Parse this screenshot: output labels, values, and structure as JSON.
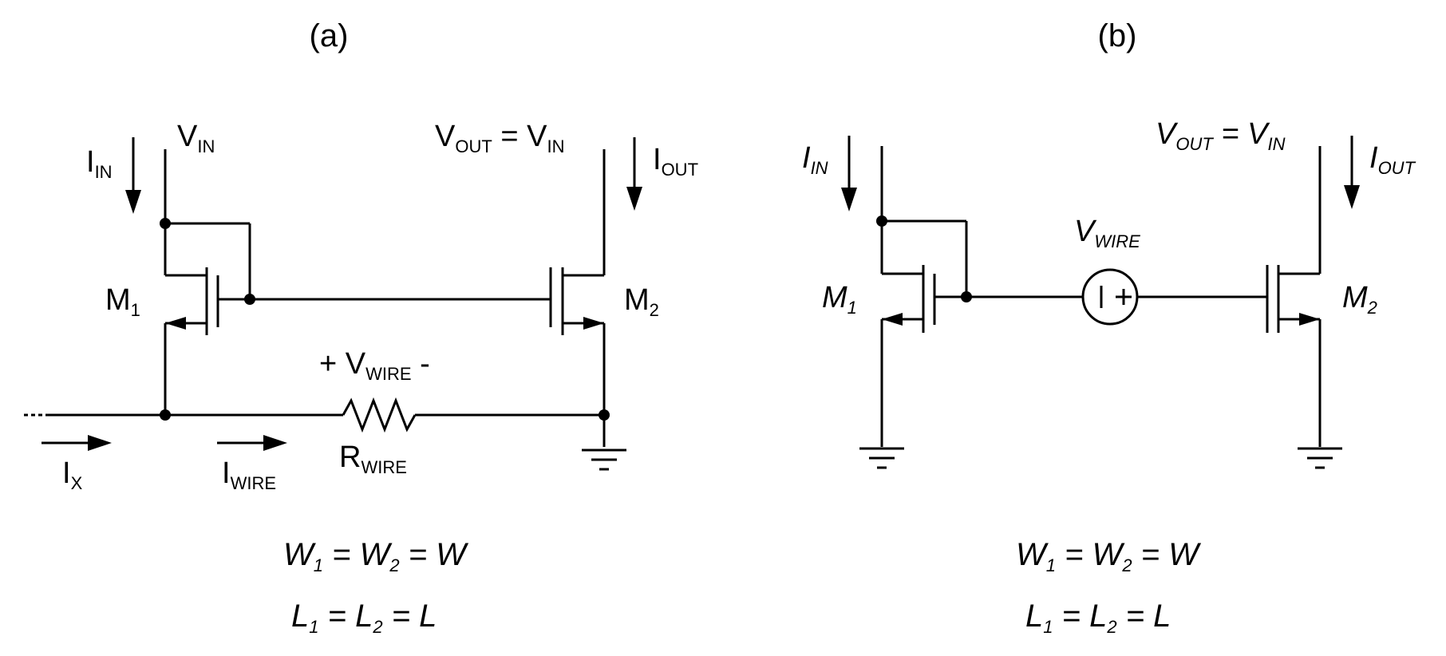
{
  "panel_a": {
    "title": "(a)",
    "vin": {
      "main": "V",
      "sub": "IN"
    },
    "vout": {
      "main": "V",
      "sub": "OUT",
      "eq": " = V",
      "sub2": "IN"
    },
    "iin": {
      "main": "I",
      "sub": "IN"
    },
    "iout": {
      "main": "I",
      "sub": "OUT"
    },
    "m1": {
      "main": "M",
      "sub": "1"
    },
    "m2": {
      "main": "M",
      "sub": "2"
    },
    "vwire": {
      "prefix": "+ V",
      "sub": "WIRE",
      "suffix": " -"
    },
    "rwire": {
      "main": "R",
      "sub": "WIRE"
    },
    "ix": {
      "main": "I",
      "sub": "X"
    },
    "iwire": {
      "main": "I",
      "sub": "WIRE"
    },
    "eq_w": {
      "w1": "W",
      "s1": "1",
      "w2": " = W",
      "s2": "2",
      "w3": " = W"
    },
    "eq_l": {
      "l1": "L",
      "s1": "1",
      "l2": " = L",
      "s2": "2",
      "l3": " = L"
    }
  },
  "panel_b": {
    "title": "(b)",
    "vout": {
      "main": "V",
      "sub": "OUT",
      "eq": " = V",
      "sub2": "IN"
    },
    "iin": {
      "main": "I",
      "sub": "IN"
    },
    "iout": {
      "main": "I",
      "sub": "OUT"
    },
    "m1": {
      "main": "M",
      "sub": "1"
    },
    "m2": {
      "main": "M",
      "sub": "2"
    },
    "vwire": {
      "main": "V",
      "sub": "WIRE"
    },
    "eq_w": {
      "w1": "W",
      "s1": "1",
      "w2": " = W",
      "s2": "2",
      "w3": " = W"
    },
    "eq_l": {
      "l1": "L",
      "s1": "1",
      "l2": " = L",
      "s2": "2",
      "l3": " = L"
    }
  }
}
